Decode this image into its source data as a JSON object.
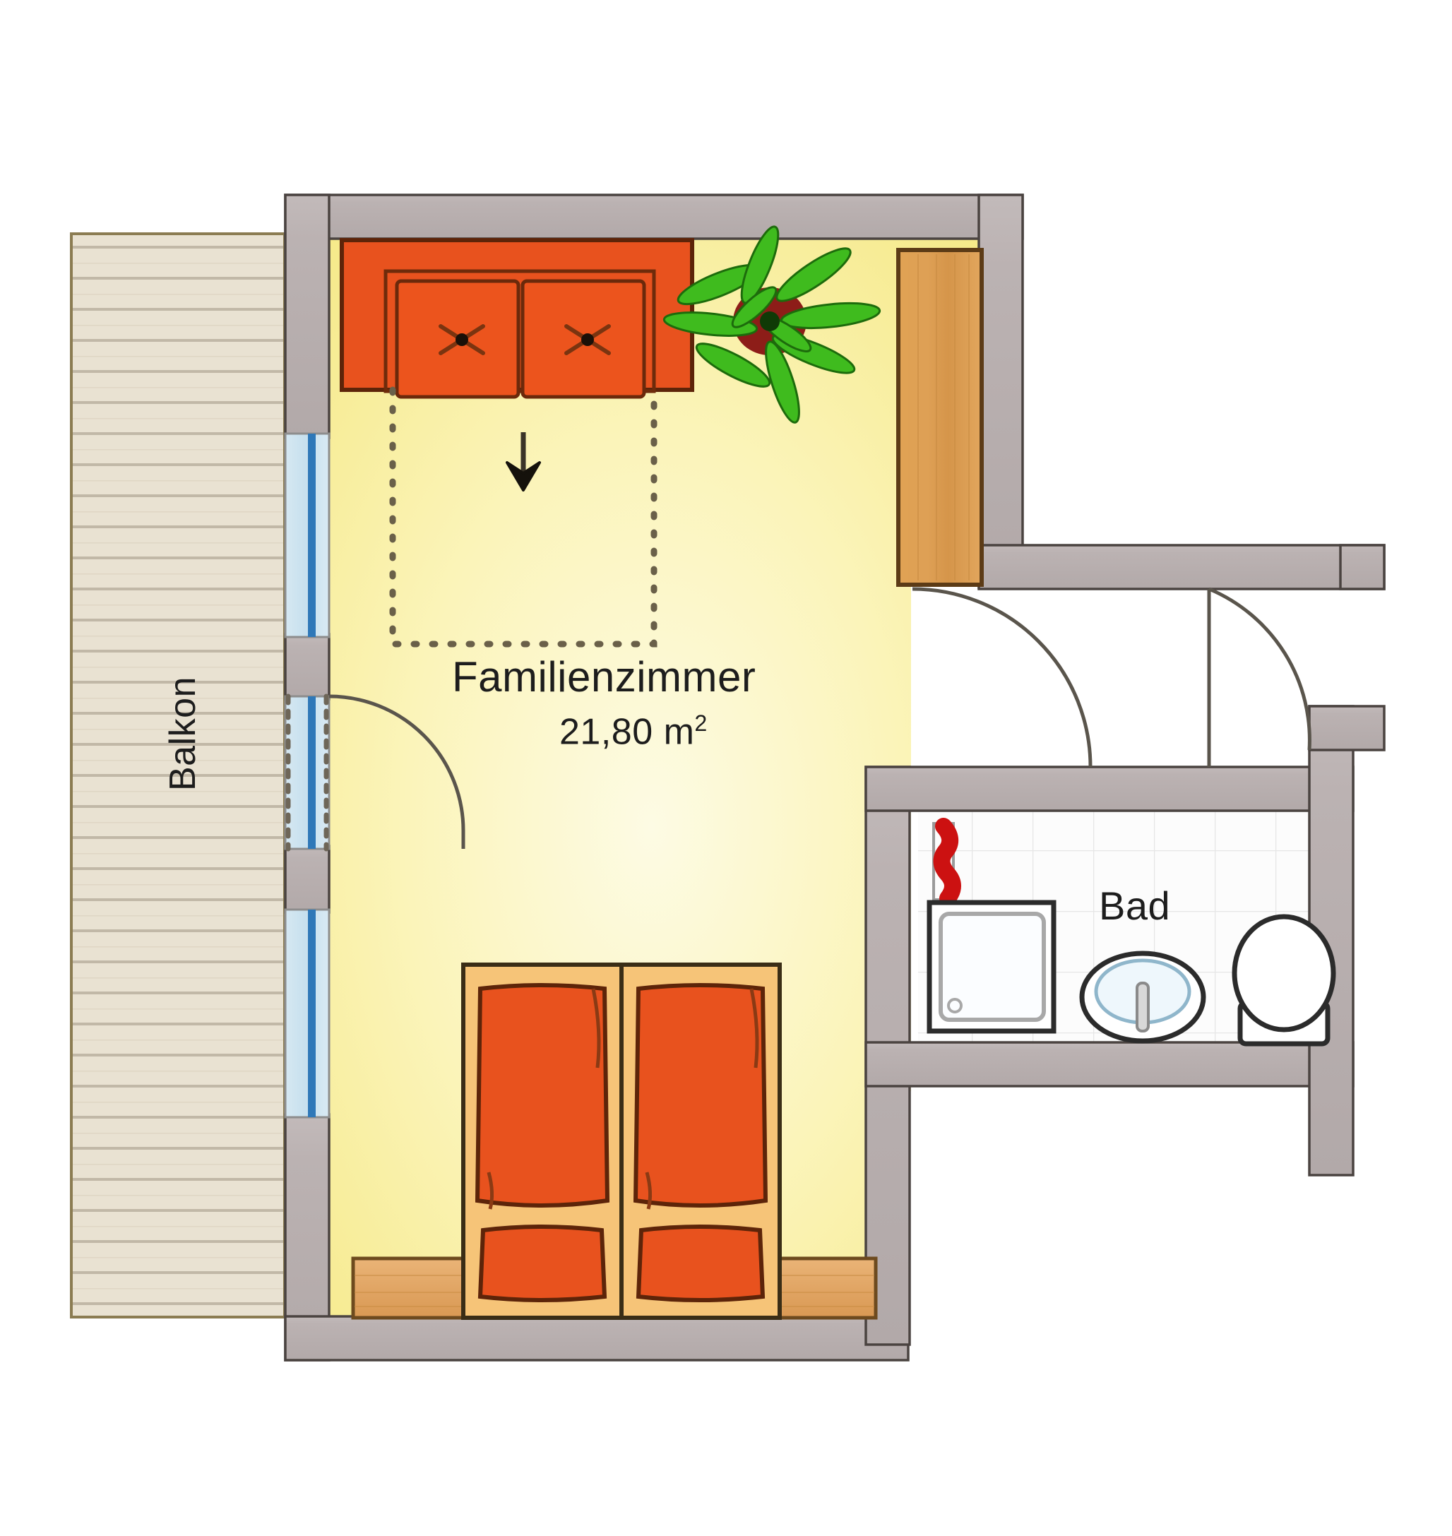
{
  "plan": {
    "type": "floor-plan",
    "language": "de",
    "rooms": [
      {
        "id": "familienzimmer",
        "name": "Familienzimmer",
        "area_value": "21,80",
        "area_unit": "m",
        "area_exponent": "2",
        "area_text": "21,80 m²",
        "floor_color": "#f6ec9a"
      },
      {
        "id": "bad",
        "name": "Bad",
        "floor_color": "#fbfbfb"
      },
      {
        "id": "balkon",
        "name": "Balkon",
        "floor_color": "#e9e2d2"
      }
    ],
    "colors": {
      "wall": "#b8b0b0",
      "wall_outline": "#4a4340",
      "room_floor": "#f6ec9a",
      "room_floor_light": "#fdfbe2",
      "balcony_deck": "#e9e2d2",
      "balcony_plank_line": "#b4aa96",
      "bath_floor": "#fcfcfc",
      "bath_tile_line": "#e2e2e2",
      "glass": "#cfe4ef",
      "glass_mullion": "#2f78b8",
      "furniture_orange": "#e8521e",
      "furniture_orange_dark": "#7a2f10",
      "bed_frame_wood": "#f6c478",
      "wardrobe_wood": "#dd9e4c",
      "wardrobe_wood_dark": "#6d4a1e",
      "floor_strip_wood": "#e3a864",
      "plant_green": "#3fbb1e",
      "plant_pot": "#8d1d18",
      "towel_red": "#cc1111",
      "door_arc": "#555048",
      "dashed_outline": "#5c5440",
      "sanitary_outline": "#2b2b2b",
      "text": "#1d1d1d"
    },
    "furniture": [
      {
        "id": "sofa-bed",
        "name": "Schlafsofa",
        "color": "#e8521e",
        "cushions": 2,
        "pull_out_direction": "down"
      },
      {
        "id": "pull-out-bed-area",
        "name": "Ausziehbett-Flaeche",
        "style": "dotted-outline"
      },
      {
        "id": "direction-arrow",
        "name": "Ausziehrichtung",
        "direction": "down"
      },
      {
        "id": "plant",
        "name": "Zimmerpflanze",
        "color": "#3fbb1e"
      },
      {
        "id": "wardrobe",
        "name": "Kleiderschrank",
        "color": "#dd9e4c"
      },
      {
        "id": "bed-left",
        "name": "Bett links",
        "color": "#e8521e"
      },
      {
        "id": "bed-right",
        "name": "Bett rechts",
        "color": "#e8521e"
      },
      {
        "id": "floor-strip",
        "name": "Holzstreifen",
        "color": "#e3a864"
      },
      {
        "id": "shower",
        "name": "Dusche",
        "shape": "square"
      },
      {
        "id": "washbasin",
        "name": "Waschbecken",
        "shape": "oval"
      },
      {
        "id": "toilet",
        "name": "WC",
        "shape": "oval"
      },
      {
        "id": "towel",
        "name": "Handtuch",
        "color": "#cc1111"
      }
    ],
    "openings": [
      {
        "id": "window-upper",
        "name": "Fenster oben",
        "type": "window"
      },
      {
        "id": "balcony-door",
        "name": "Balkontuer",
        "type": "door",
        "swing": "inward"
      },
      {
        "id": "window-lower",
        "name": "Fenster unten",
        "type": "window"
      },
      {
        "id": "entry-door",
        "name": "Eingangstuer",
        "type": "door",
        "swing": "inward"
      },
      {
        "id": "bath-door",
        "name": "Badtuer",
        "type": "door",
        "swing": "inward"
      }
    ]
  }
}
